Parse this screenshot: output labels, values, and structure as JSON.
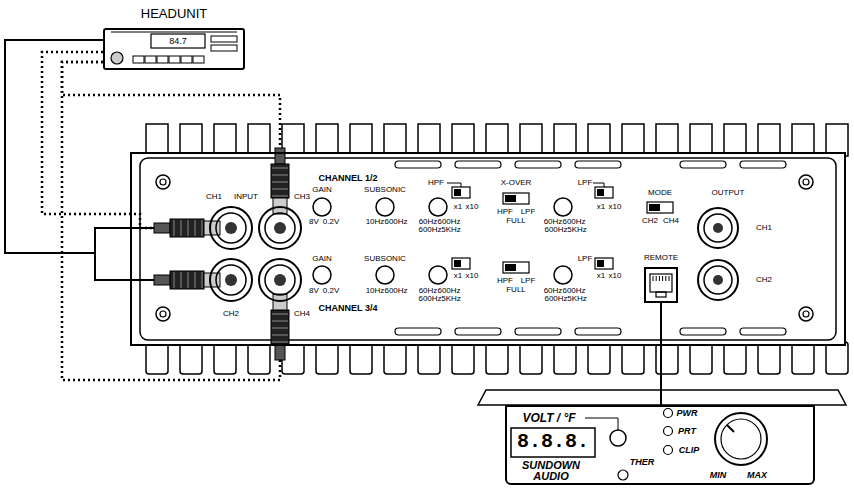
{
  "diagram": {
    "nodes": [
      {
        "text": [
          "HEADUNIT",
          "84.7"
        ]
      },
      {
        "text": [
          "CHANNEL 1/2",
          "CHANNEL 3/4"
        ]
      },
      {
        "text": [
          "CH1"
        ],
        "in": 1
      },
      {
        "text": [
          "CH3"
        ],
        "in": 1
      },
      {
        "text": [
          "CH2"
        ],
        "in": 1
      },
      {
        "text": [
          "CH4"
        ],
        "in": 1
      },
      {
        "text": [
          "REMOTE"
        ],
        "in": 1
      },
      {
        "text": [
          "VOLT / °F",
          "8.8.8.",
          "PWR",
          "PRT",
          "CLIP",
          "THER",
          "MIN",
          "MAX",
          "SUNDOWN AUDIO"
        ]
      }
    ],
    "edges": [
      {
        "from": 0,
        "to": 2,
        "arrow": "none"
      },
      {
        "from": 0,
        "to": 4,
        "arrow": "none"
      },
      {
        "from": 2,
        "to": 4,
        "arrow": "none"
      },
      {
        "from": 0,
        "to": 3,
        "arrow": "none"
      },
      {
        "from": 0,
        "to": 5,
        "arrow": "none"
      },
      {
        "from": 6,
        "to": 7,
        "arrow": "none"
      }
    ],
    "labels": [
      "INPUT",
      "GAIN",
      "SUBSONIC",
      "HPF",
      "8V",
      "0.2V",
      "10Hz",
      "600Hz",
      "60Hz",
      "600Hz",
      "600Hz",
      "5KHz",
      "x1",
      "x10",
      "X-OVER",
      "HPF",
      "LPF",
      "FULL",
      "LPF",
      "60Hz",
      "600Hz",
      "600Hz",
      "5KHz",
      "x1",
      "x10",
      "GAIN",
      "SUBSONIC",
      "8V",
      "0.2V",
      "10Hz",
      "600Hz",
      "60Hz",
      "600Hz",
      "600Hz",
      "5KHz",
      "x1",
      "x10",
      "HPF",
      "LPF",
      "FULL",
      "LPF",
      "60Hz",
      "600Hz",
      "600Hz",
      "5KHz",
      "x1",
      "x10",
      "MODE",
      "CH2",
      "CH4",
      "OUTPUT",
      "CH1",
      "CH2"
    ]
  }
}
